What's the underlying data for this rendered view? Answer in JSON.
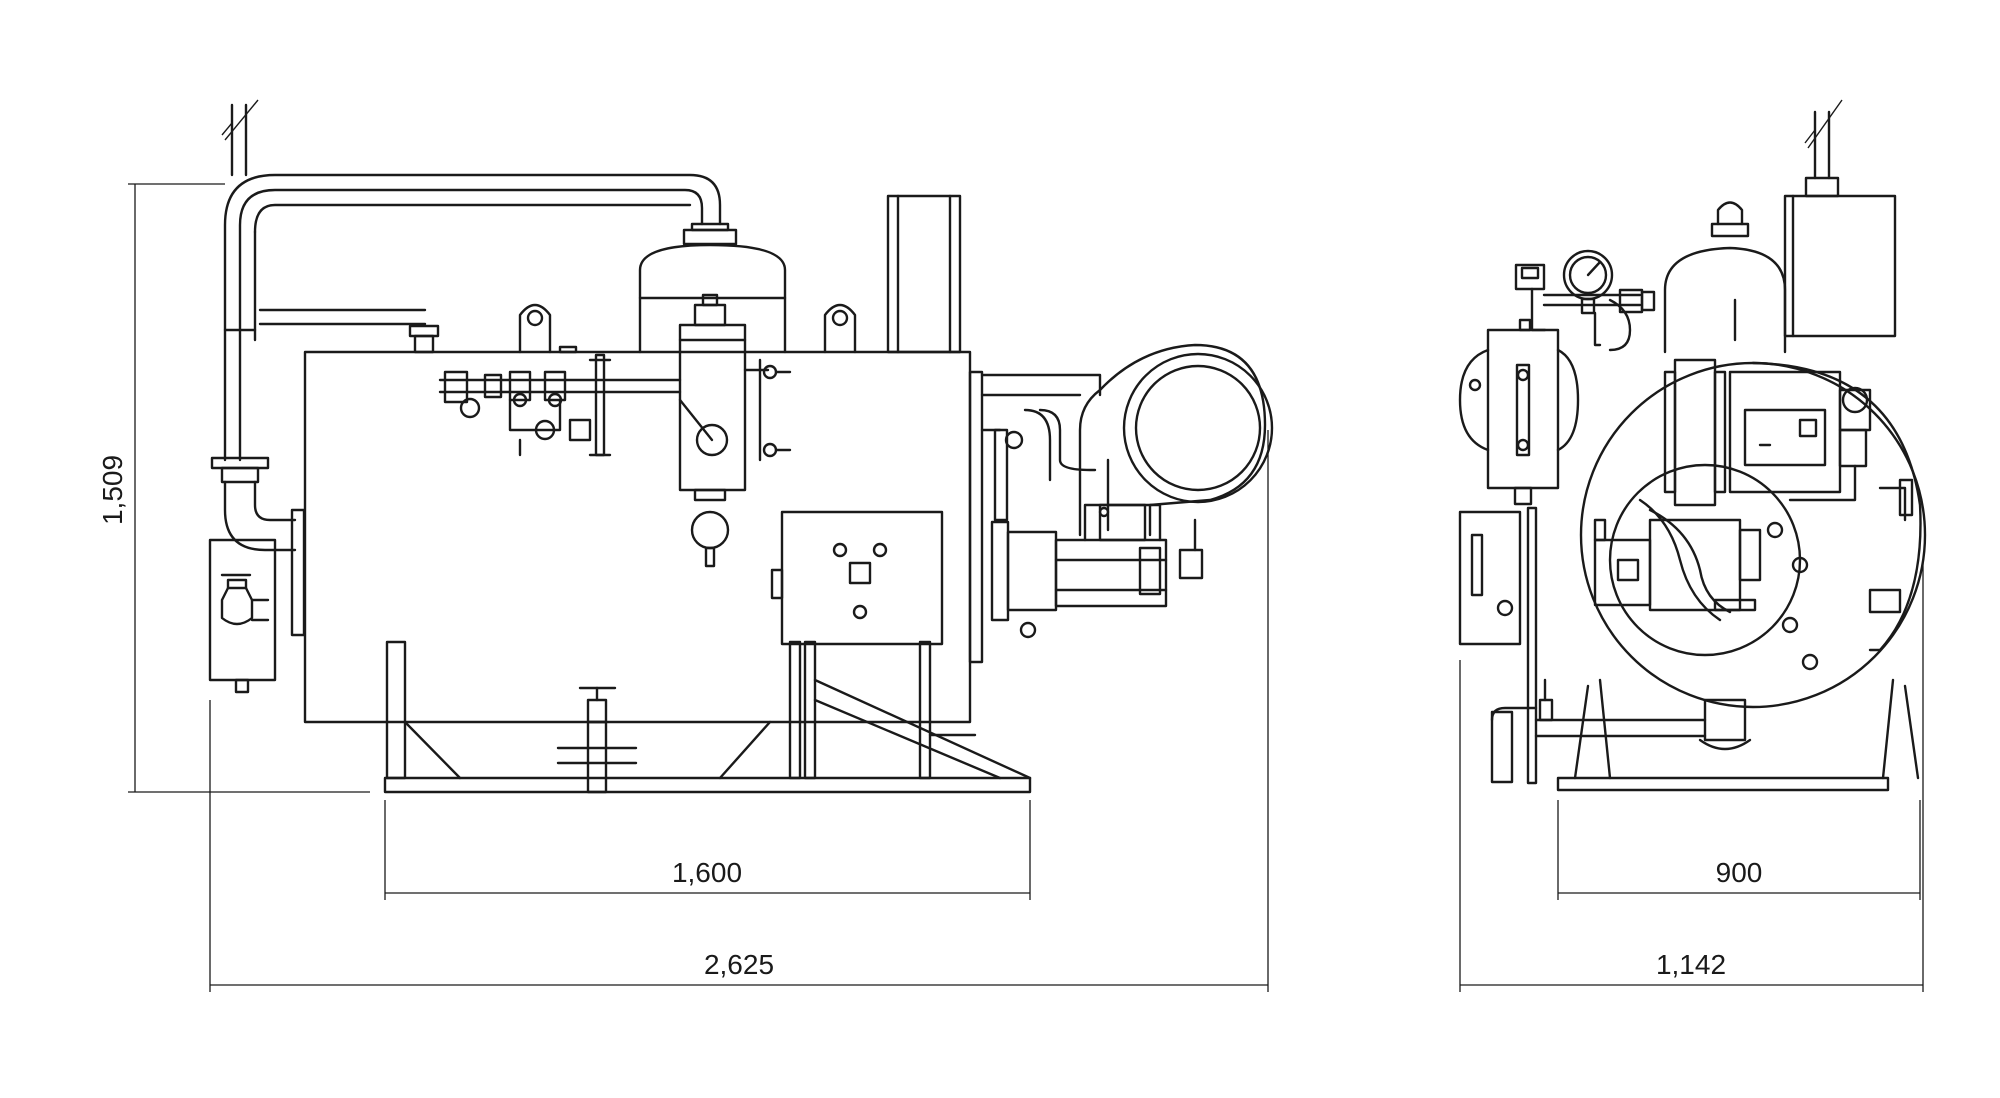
{
  "drawing": {
    "side_view": {
      "height_label": "1,509",
      "frame_width_label": "1,600",
      "overall_length_label": "2,625"
    },
    "front_view": {
      "frame_width_label": "900",
      "overall_width_label": "1,142"
    }
  },
  "colors": {
    "line": "#1a1a1a",
    "background": "#ffffff"
  }
}
